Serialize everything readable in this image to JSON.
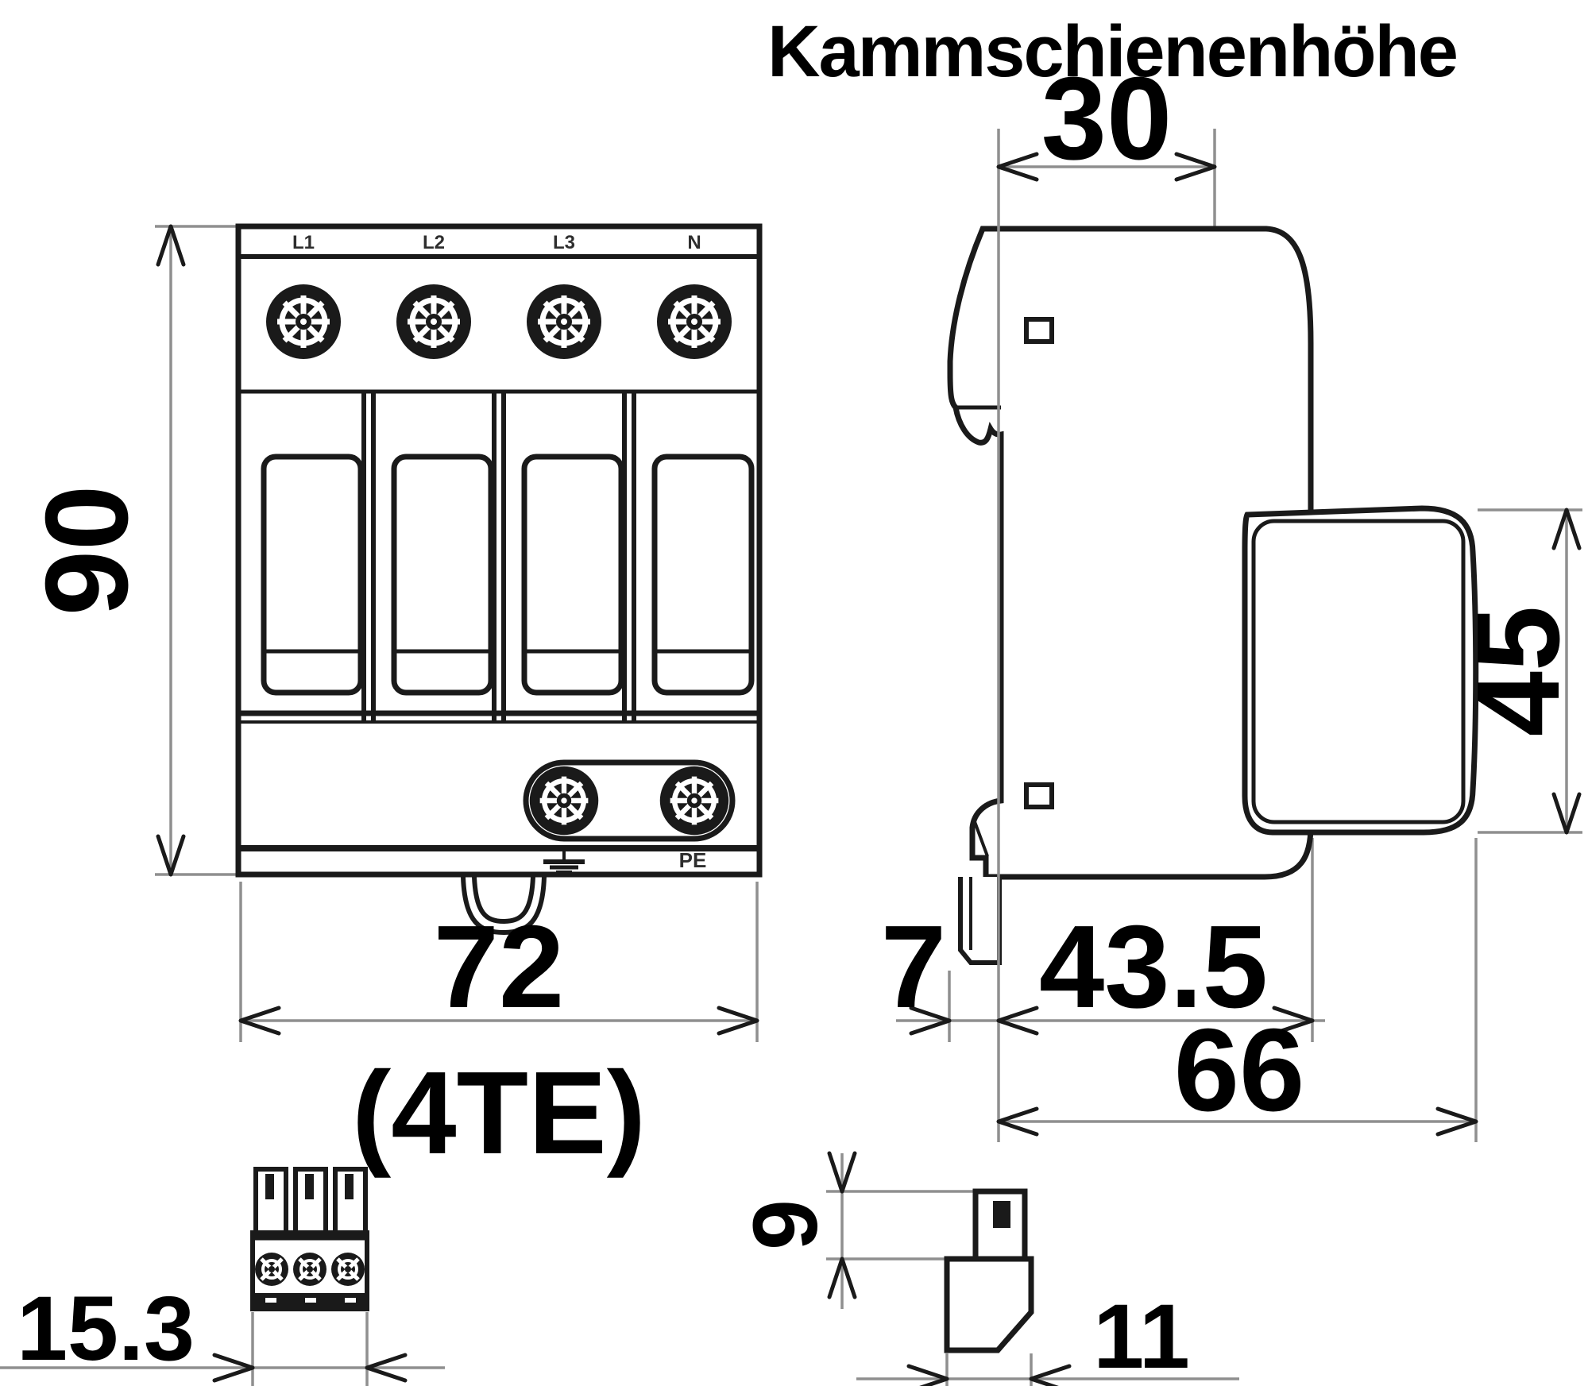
{
  "title": "Kammschienenhöhe",
  "front_view": {
    "terminal_labels": [
      "L1",
      "L2",
      "L3",
      "N"
    ],
    "pe_label": "PE",
    "height_mm": "90",
    "width_mm": "72",
    "width_units": "(4TE)"
  },
  "side_view": {
    "comb_rail_width_mm": "30",
    "module_height_mm": "45",
    "din_offset_mm": "7",
    "base_depth_mm": "43.5",
    "total_depth_mm": "66"
  },
  "connector_front_detail": {
    "width_mm": "15.3"
  },
  "connector_side_detail": {
    "height_mm": "9",
    "width_mm": "11"
  },
  "colors": {
    "line": "#1a1a1a",
    "dimension_line": "#8f8f8f",
    "label": "#2e2e2e",
    "background": "#ffffff"
  }
}
